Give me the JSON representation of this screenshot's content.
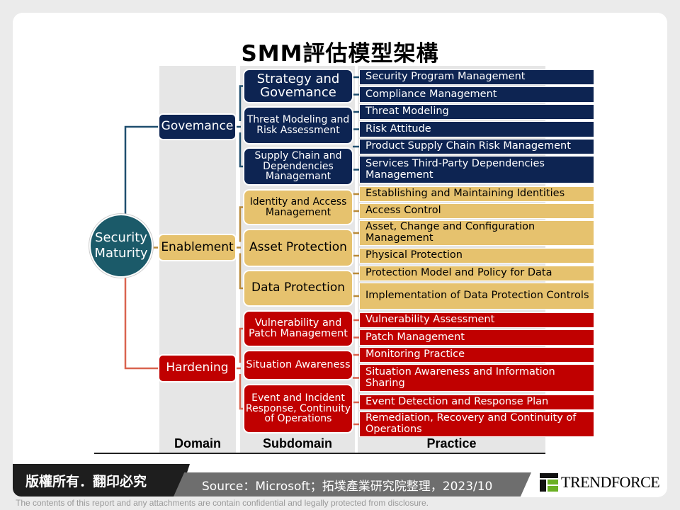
{
  "title": "SMM評估模型架構",
  "root": "Security Maturity",
  "colors": {
    "governance": "#0d2452",
    "enablement": "#e6c26e",
    "hardening": "#c00000",
    "root": "#1b5a69"
  },
  "domains": [
    {
      "label": "Govemance",
      "subdomains": [
        {
          "label": "Strategy and Govemance",
          "practices": [
            "Security Program Management",
            "Compliance Management"
          ]
        },
        {
          "label": "Threat Modeling and Risk Assessment",
          "practices": [
            "Threat Modeling",
            "Risk Attitude"
          ]
        },
        {
          "label": "Supply Chain and Dependencies Managemant",
          "practices": [
            "Product Supply Chain Risk Management",
            "Services Third-Party Dependencies Management"
          ]
        }
      ]
    },
    {
      "label": "Enablement",
      "subdomains": [
        {
          "label": "Identity and Access Management",
          "practices": [
            "Establishing and Maintaining Identities",
            "Access Control"
          ]
        },
        {
          "label": "Asset Protection",
          "practices": [
            "Asset, Change and Configuration Management",
            "Physical Protection"
          ]
        },
        {
          "label": "Data Protection",
          "practices": [
            "Protection Model and Policy for Data",
            "Implementation of Data Protection Controls"
          ]
        }
      ]
    },
    {
      "label": "Hardening",
      "subdomains": [
        {
          "label": "Vulnerability and Patch Management",
          "practices": [
            "Vulnerability Assessment",
            "Patch Management"
          ]
        },
        {
          "label": "Situation Awareness",
          "practices": [
            "Monitoring Practice",
            "Situation Awareness and Information Sharing"
          ]
        },
        {
          "label": "Event and Incident Response, Continuity of Operations",
          "practices": [
            "Event Detection and Response Plan",
            "Remediation, Recovery and Continuity of Operations"
          ]
        }
      ]
    }
  ],
  "columns": {
    "domain": "Domain",
    "subdomain": "Subdomain",
    "practice": "Practice"
  },
  "footer": {
    "copyright": "版權所有．翻印必究",
    "source": "Source：Microsoft；拓墣產業研究院整理，2023/10",
    "logo": "TRENDFORCE",
    "disclaimer": "The contents of this report and any attachments are contain confidential and legally protected from disclosure."
  }
}
